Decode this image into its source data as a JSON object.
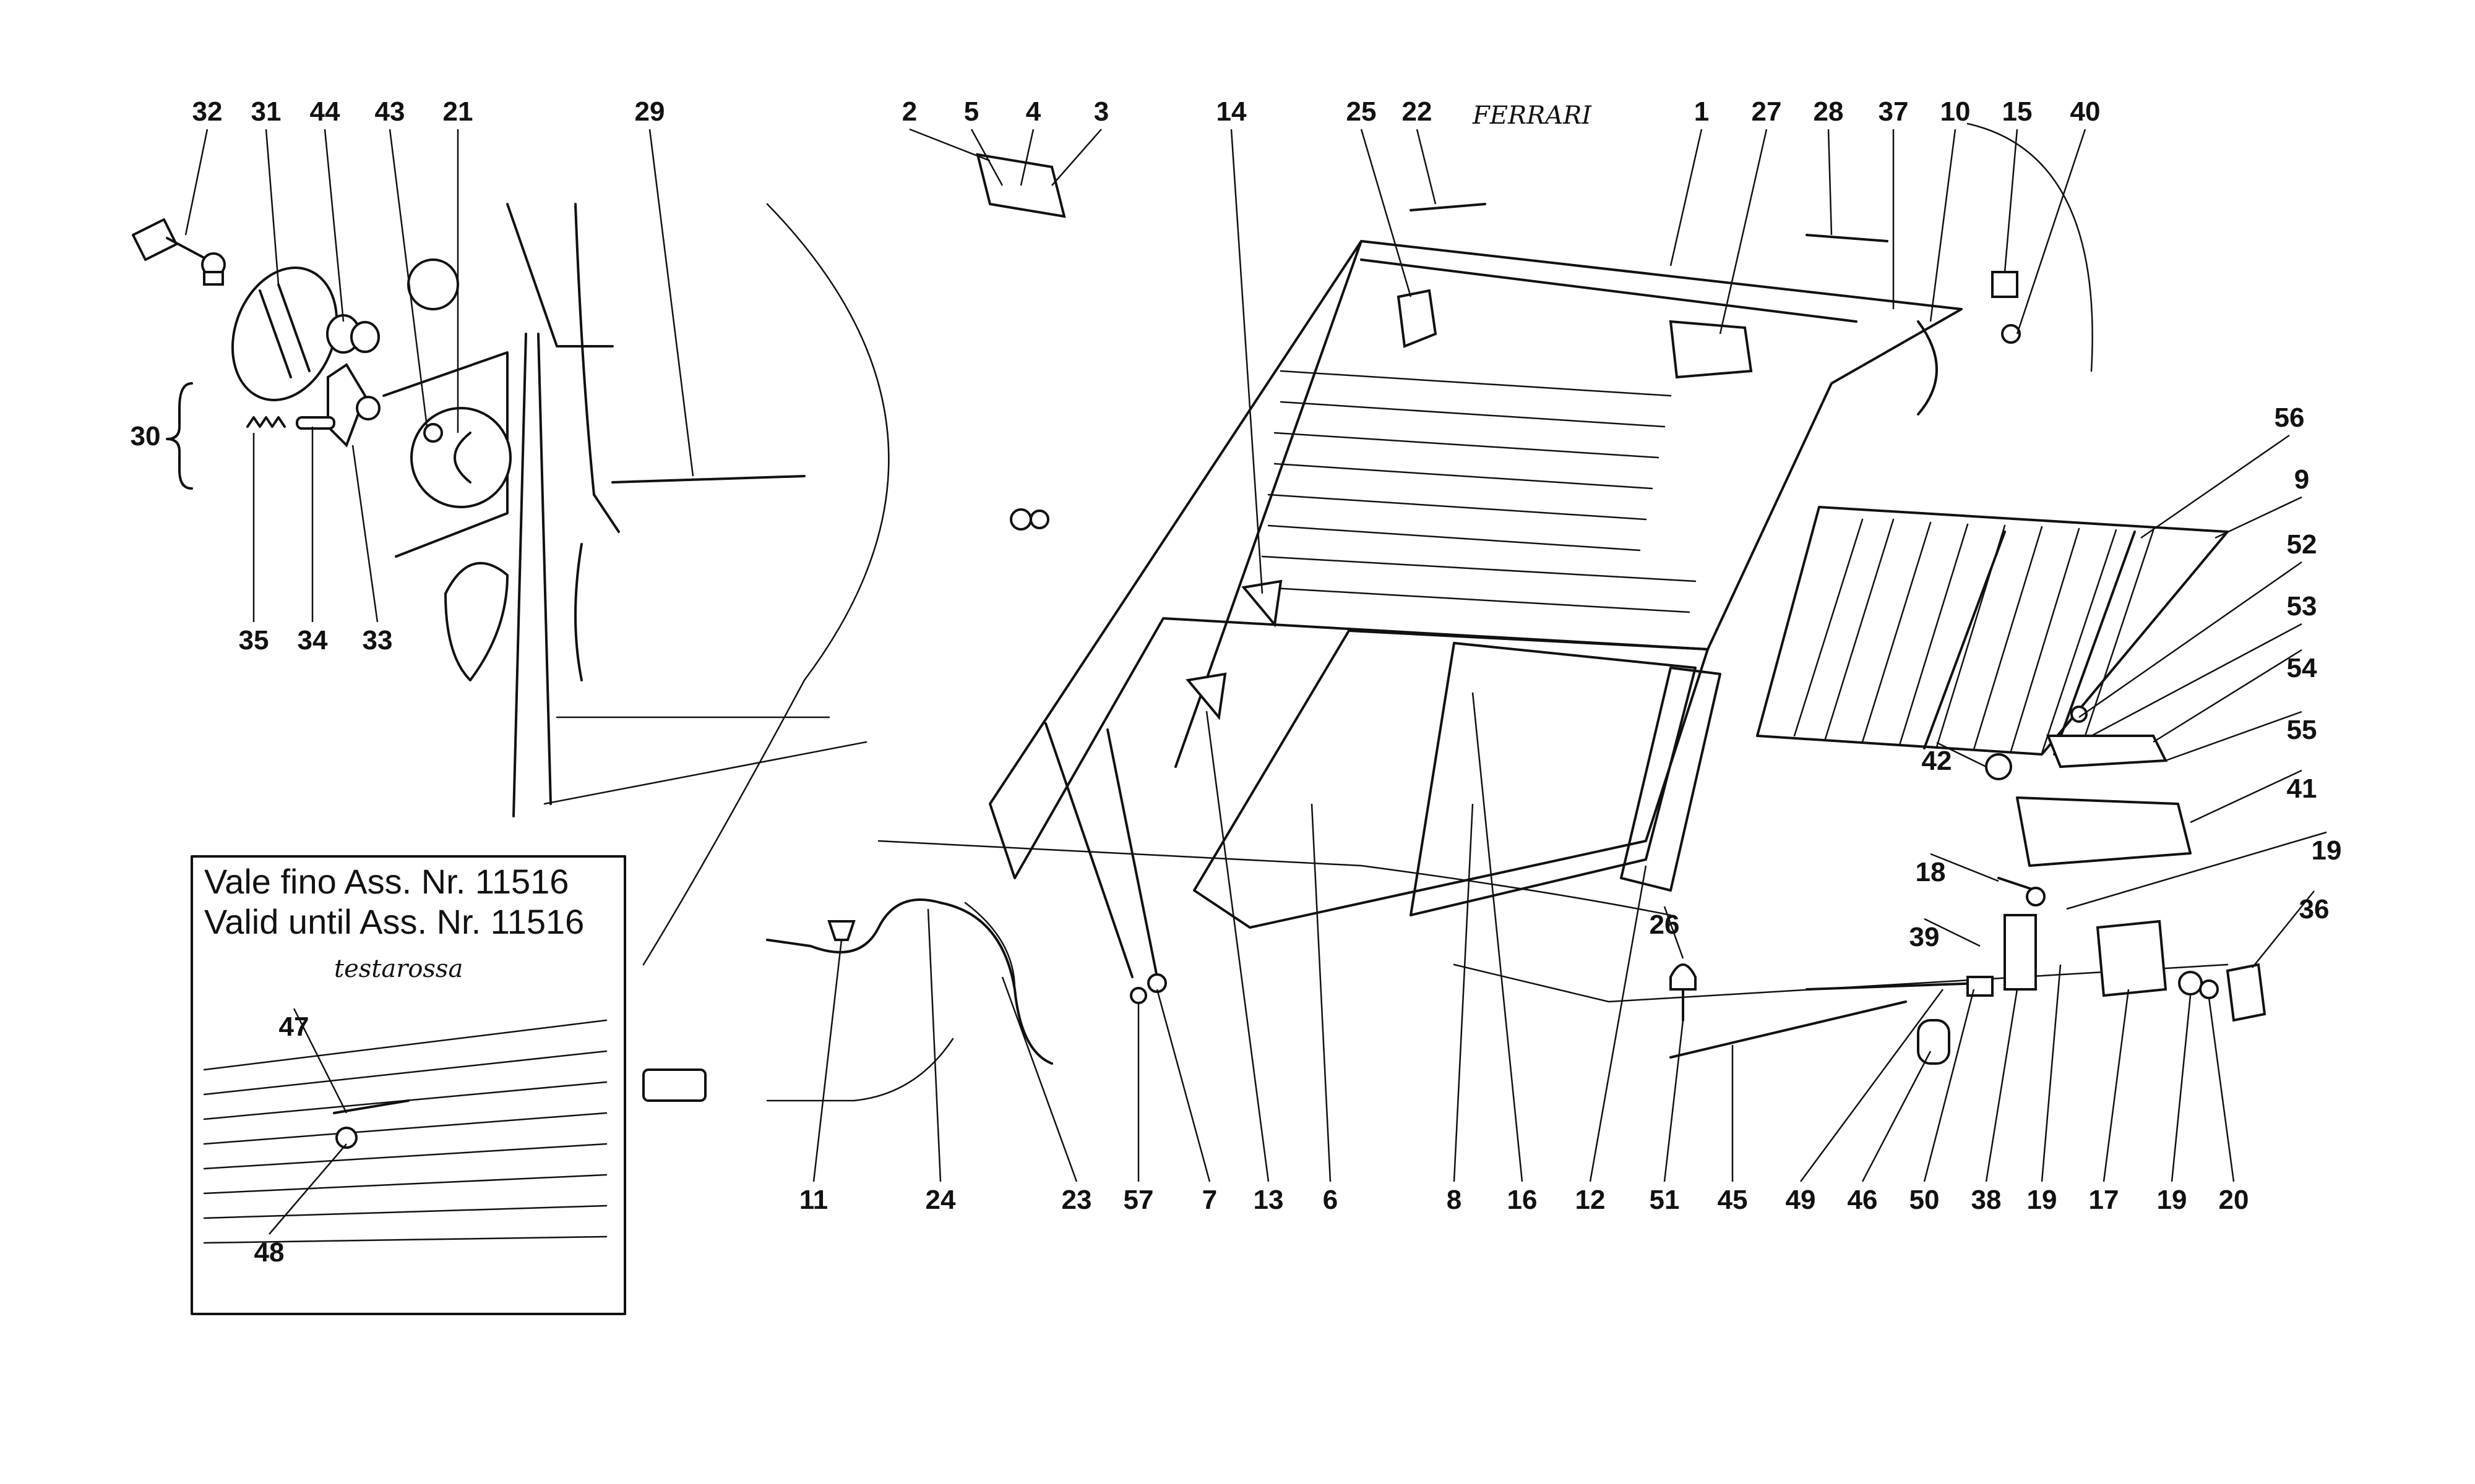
{
  "inset": {
    "line_it": "Vale fino Ass. Nr. 11516",
    "line_en": "Valid until Ass. Nr. 11516",
    "emblem": "testarossa"
  },
  "logos": {
    "ferrari_script": "FERRARI"
  },
  "callouts": [
    {
      "id": "c32",
      "label": "32"
    },
    {
      "id": "c31",
      "label": "31"
    },
    {
      "id": "c44",
      "label": "44"
    },
    {
      "id": "c43",
      "label": "43"
    },
    {
      "id": "c21",
      "label": "21"
    },
    {
      "id": "c29",
      "label": "29"
    },
    {
      "id": "c2",
      "label": "2"
    },
    {
      "id": "c5",
      "label": "5"
    },
    {
      "id": "c4",
      "label": "4"
    },
    {
      "id": "c3",
      "label": "3"
    },
    {
      "id": "c14",
      "label": "14"
    },
    {
      "id": "c25",
      "label": "25"
    },
    {
      "id": "c22",
      "label": "22"
    },
    {
      "id": "c1",
      "label": "1"
    },
    {
      "id": "c27",
      "label": "27"
    },
    {
      "id": "c28",
      "label": "28"
    },
    {
      "id": "c37",
      "label": "37"
    },
    {
      "id": "c10",
      "label": "10"
    },
    {
      "id": "c15",
      "label": "15"
    },
    {
      "id": "c40",
      "label": "40"
    },
    {
      "id": "c30",
      "label": "30"
    },
    {
      "id": "c35",
      "label": "35"
    },
    {
      "id": "c34",
      "label": "34"
    },
    {
      "id": "c33",
      "label": "33"
    },
    {
      "id": "c56",
      "label": "56"
    },
    {
      "id": "c9",
      "label": "9"
    },
    {
      "id": "c52",
      "label": "52"
    },
    {
      "id": "c53",
      "label": "53"
    },
    {
      "id": "c54",
      "label": "54"
    },
    {
      "id": "c55",
      "label": "55"
    },
    {
      "id": "c42",
      "label": "42"
    },
    {
      "id": "c41",
      "label": "41"
    },
    {
      "id": "c18",
      "label": "18"
    },
    {
      "id": "c19a",
      "label": "19"
    },
    {
      "id": "c36",
      "label": "36"
    },
    {
      "id": "c39",
      "label": "39"
    },
    {
      "id": "c26",
      "label": "26"
    },
    {
      "id": "c47",
      "label": "47"
    },
    {
      "id": "c48",
      "label": "48"
    },
    {
      "id": "c11",
      "label": "11"
    },
    {
      "id": "c24",
      "label": "24"
    },
    {
      "id": "c23",
      "label": "23"
    },
    {
      "id": "c57",
      "label": "57"
    },
    {
      "id": "c7",
      "label": "7"
    },
    {
      "id": "c13",
      "label": "13"
    },
    {
      "id": "c6",
      "label": "6"
    },
    {
      "id": "c8",
      "label": "8"
    },
    {
      "id": "c16",
      "label": "16"
    },
    {
      "id": "c12",
      "label": "12"
    },
    {
      "id": "c51",
      "label": "51"
    },
    {
      "id": "c45",
      "label": "45"
    },
    {
      "id": "c49",
      "label": "49"
    },
    {
      "id": "c46",
      "label": "46"
    },
    {
      "id": "c50",
      "label": "50"
    },
    {
      "id": "c38",
      "label": "38"
    },
    {
      "id": "c19b",
      "label": "19"
    },
    {
      "id": "c17",
      "label": "17"
    },
    {
      "id": "c19c",
      "label": "19"
    },
    {
      "id": "c20",
      "label": "20"
    }
  ]
}
